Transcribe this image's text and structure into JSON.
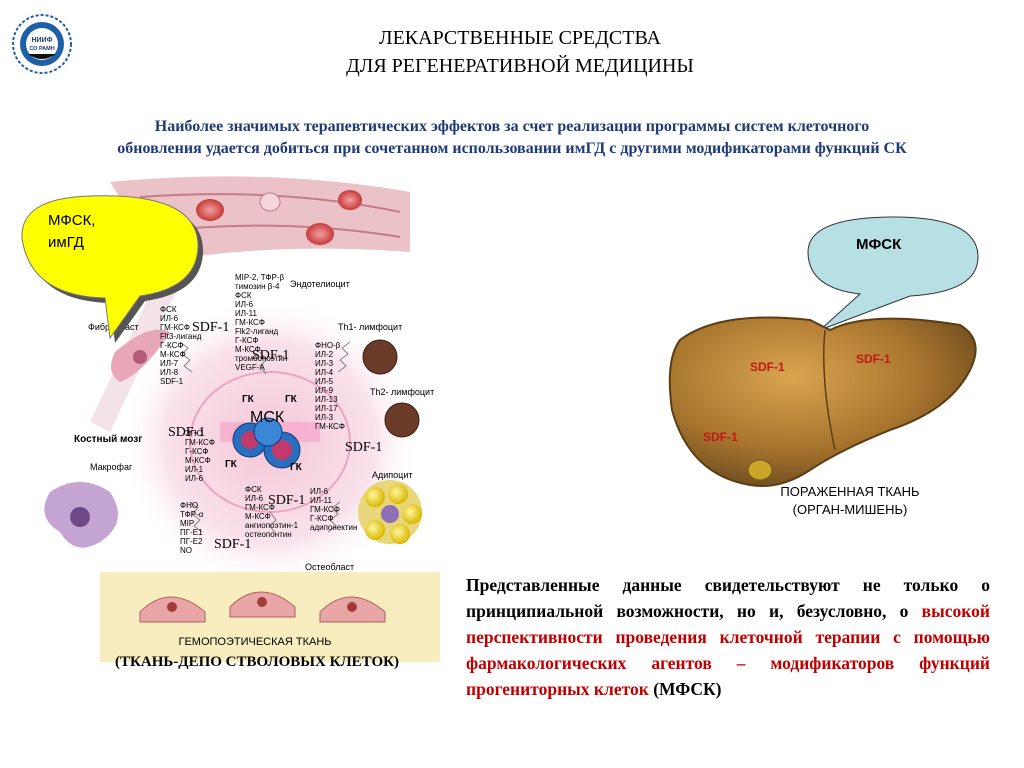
{
  "header": {
    "logo_line1": "НИИФ",
    "logo_line2": "СО РАМН",
    "title_line1": "ЛЕКАРСТВЕННЫЕ СРЕДСТВА",
    "title_line2": "ДЛЯ РЕГЕНЕРАТИВНОЙ МЕДИЦИНЫ",
    "subtitle_line1": "Наиболее значимых терапевтических эффектов за счет реализации программы систем клеточного",
    "subtitle_line2": "обновления удается добиться при сочетанном использовании имГД с другими модификаторами функций СК"
  },
  "left_panel": {
    "bubble_line1": "МФСК,",
    "bubble_line2": "имГД",
    "cells": {
      "endothelium": "Эндотелиоцит",
      "fibroblast": "Фибробласт",
      "bone_marrow": "Костный мозг",
      "macrophage": "Макрофаг",
      "th1": "Th1- лимфоцит",
      "th2": "Th2- лимфоцит",
      "adipocyte": "Адипоцит",
      "osteoblast": "Остеобласт",
      "msc": "МСК"
    },
    "gk_label": "ГК",
    "sdf_label": "SDF-1",
    "factors_top": [
      "MIP-2, ТФР-β",
      "тимозин β-4",
      "ФСК",
      "ИЛ-6",
      "ИЛ-11",
      "ГМ-КСФ",
      "Flk2-лиганд",
      "Г-КСФ",
      "М-КСФ",
      "тромбопоэтин",
      "VEGF-A"
    ],
    "factors_left": [
      "ФСК",
      "ИЛ-6",
      "ГМ-КСФ",
      "Flt3-лиганд",
      "Г-КСФ",
      "М-КСФ",
      "ИЛ-7",
      "ИЛ-8",
      "SDF-1"
    ],
    "factors_right": [
      "ФНО-β",
      "ИЛ-2",
      "ИЛ-3",
      "ИЛ-4",
      "ИЛ-5",
      "ИЛ-9",
      "ИЛ-13",
      "ИЛ-17",
      "ИЛ-3",
      "ГМ-КСФ"
    ],
    "factors_bottom_left": [
      "ЭПО",
      "ГМ-КСФ",
      "Г-КСФ",
      "М-КСФ",
      "ИЛ-1",
      "ИЛ-6"
    ],
    "factors_macrophage": [
      "ФНО",
      "ТФР-α",
      "MIP",
      "ПГ-Е1",
      "ПГ-Е2",
      "NO"
    ],
    "factors_adipocyte": [
      "ИЛ-6",
      "ИЛ-11",
      "ГМ-КСФ",
      "Г-КСФ",
      "адипонектин"
    ],
    "factors_bottom_center": [
      "ФСК",
      "ИЛ-6",
      "ГМ-КСФ",
      "М-КСФ",
      "ангиопоэтин-1",
      "остеопонтин"
    ],
    "tissue_line1": "ГЕМОПОЭТИЧЕСКАЯ ТКАНЬ",
    "tissue_line2": "(ТКАНЬ-ДЕПО СТВОЛОВЫХ КЛЕТОК)"
  },
  "right_panel": {
    "bubble": "МФСК",
    "sdf_label": "SDF-1",
    "organ_line1": "ПОРАЖЕННАЯ ТКАНЬ",
    "organ_line2": "(ОРГАН-МИШЕНЬ)"
  },
  "conclusion": {
    "part1": "Представленные данные свидетельствуют не только о принципиальной возможности, но и, безусловно, о ",
    "part2_red": "высокой перспективности проведения клеточной терапии с помощью фармакологических агентов – модификаторов функций прогениторных клеток",
    "part3": " (МФСК)"
  },
  "colors": {
    "title_blue": "#1f3a7a",
    "bubble_yellow": "#ffff00",
    "bubble_cyan": "#b7e0e4",
    "liver_brown": "#a8752e",
    "accent_red": "#c00000"
  }
}
